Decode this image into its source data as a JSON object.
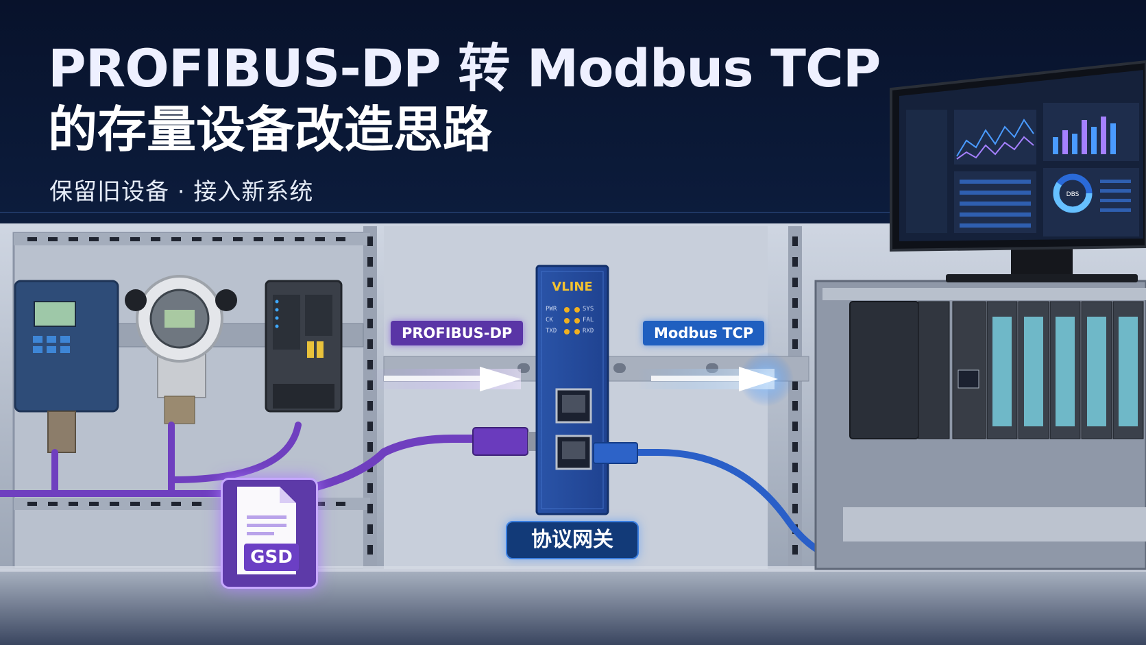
{
  "header": {
    "title_line1": "PROFIBUS-DP 转 Modbus TCP",
    "title_line2": "的存量设备改造思路",
    "subtitle": "保留旧设备 · 接入新系统"
  },
  "labels": {
    "profibus_tag": "PROFIBUS-DP",
    "modbus_tag": "Modbus TCP",
    "gateway_caption": "协议网关",
    "gsd_label": "GSD"
  },
  "gateway": {
    "brand": "VLINE",
    "leds_left": [
      "PWR",
      "CK",
      "TXD"
    ],
    "leds_right": [
      "SYS",
      "FAL",
      "RXD"
    ]
  },
  "monitor": {
    "donut_label": "DBS"
  },
  "colors": {
    "profibus": "#7b4fd6",
    "modbus": "#2f7ff0",
    "background": "#0a1633",
    "led": "#f0b020"
  }
}
